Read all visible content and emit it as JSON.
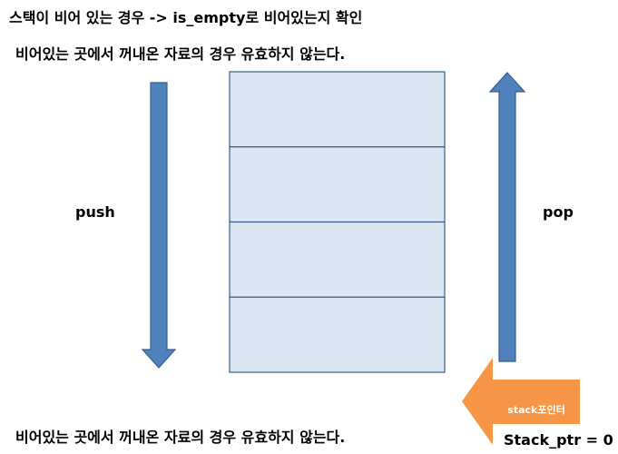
{
  "texts": {
    "title": "스택이 비어 있는 경우 -> is_empty로 비어있는지 확인",
    "subtitle_top": "비어있는 곳에서 꺼내온 자료의 경우 유효하지 않는다.",
    "subtitle_bottom": "비어있는 곳에서 꺼내온 자료의 경우 유효하지 않는다.",
    "push": "push",
    "pop": "pop",
    "pointer": "stack포인터",
    "stack_ptr": "Stack_ptr = 0"
  },
  "stack": {
    "slots": 4
  },
  "colors": {
    "arrow_blue": "#4F81BD",
    "arrow_blue_border": "#385D8A",
    "pointer_orange": "#F79646",
    "stack_fill": "#DCE6F2",
    "stack_border": "#385D8A"
  }
}
